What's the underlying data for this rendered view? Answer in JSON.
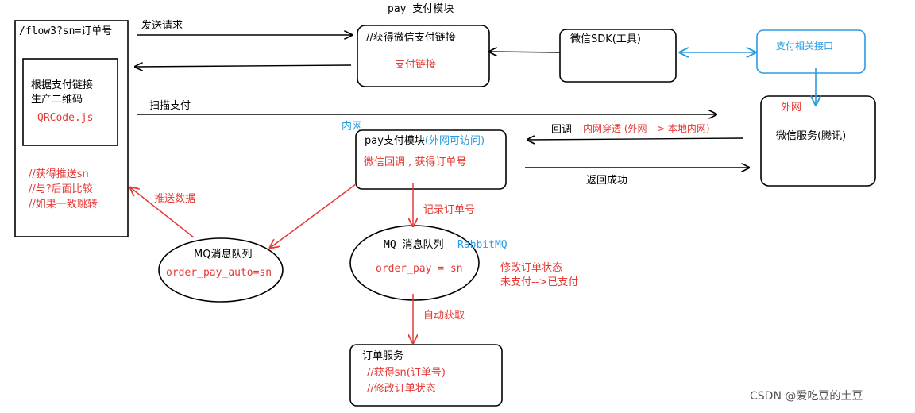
{
  "colors": {
    "black": "#000000",
    "red": "#e53935",
    "blue": "#2a9be0",
    "gray": "#555555"
  },
  "diagram": {
    "client": {
      "url": "/flow3?sn=订单号",
      "qr_box_line1": "根据支付链接",
      "qr_box_line2": "生产二维码",
      "qr_lib": "QRCode.js",
      "note_1": "//获得推送sn",
      "note_2": "//与?后面比较",
      "note_3": "//如果一致跳转"
    },
    "pay_module": {
      "heading": "pay 支付模块",
      "comment": "//获得微信支付链接",
      "output": "支付链接"
    },
    "wechat_sdk": {
      "label": "微信SDK(工具)"
    },
    "pay_api": {
      "label": "支付相关接口"
    },
    "wechat_service": {
      "external_tag": "外网",
      "label": "微信服务(腾讯)"
    },
    "pay_callback_module": {
      "intranet_tag": "内网",
      "label": "pay支付模块",
      "label_suffix": "(外网可访问)",
      "callback": "微信回调 , 获得订单号"
    },
    "mq_auto": {
      "label": "MQ消息队列",
      "key": "order_pay_auto=sn"
    },
    "mq_rabbit": {
      "label": "MQ 消息队列",
      "tech": "RabbitMQ",
      "key": "order_pay = sn"
    },
    "order_service": {
      "title": "订单服务",
      "line1": "//获得sn(订单号)",
      "line2": "//修改订单状态"
    },
    "edge_labels": {
      "send_request": "发送请求",
      "scan_pay": "扫描支付",
      "callback": "回调",
      "nat_tunnel": "内网穿透 (外网 --> 本地内网)",
      "return_success": "返回成功",
      "push_data": "推送数据",
      "record_order": "记录订单号",
      "change_status_1": "修改订单状态",
      "change_status_2": "未支付-->已支付",
      "auto_fetch": "自动获取"
    },
    "watermark": "CSDN @爱吃豆的土豆"
  }
}
